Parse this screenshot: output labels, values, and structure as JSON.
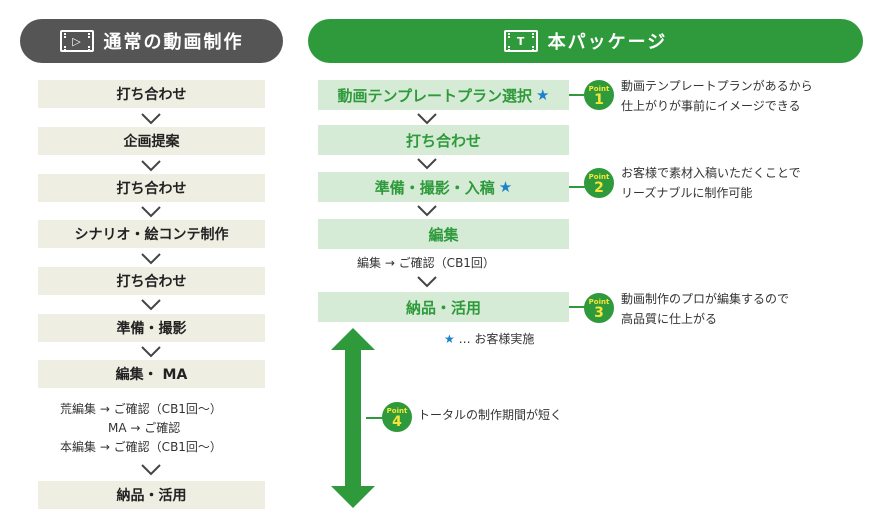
{
  "left": {
    "header": "通常の動画制作",
    "steps": [
      "打ち合わせ",
      "企画提案",
      "打ち合わせ",
      "シナリオ・絵コンテ制作",
      "打ち合わせ",
      "準備・撮影",
      "編集・ MA",
      "納品・活用"
    ],
    "notes": [
      "荒編集 → ご確認（CB1回〜）",
      "MA → ご確認",
      "本編集 → ご確認（CB1回〜）"
    ]
  },
  "right": {
    "header": "本パッケージ",
    "header_icon_letter": "T",
    "steps": [
      "動画テンプレートプラン選択",
      "打ち合わせ",
      "準備・撮影・入稿",
      "編集",
      "納品・活用"
    ],
    "star": "★",
    "note": "編集 → ご確認（CB1回）",
    "legend": "… お客様実施"
  },
  "points": [
    {
      "label": "Point",
      "num": "1",
      "lines": [
        "動画テンプレートプランがあるから",
        "仕上がりが事前にイメージできる"
      ]
    },
    {
      "label": "Point",
      "num": "2",
      "lines": [
        "お客様で素材入稿いただくことで",
        "リーズナブルに制作可能"
      ]
    },
    {
      "label": "Point",
      "num": "3",
      "lines": [
        "動画制作のプロが編集するので",
        "高品質に仕上がる"
      ]
    },
    {
      "label": "Point",
      "num": "4",
      "lines": [
        "トータルの制作期間が短く"
      ]
    }
  ],
  "colors": {
    "green": "#2f9a3c",
    "light_green": "#d5ebd5",
    "dark": "#555555",
    "beige": "#eeeee3",
    "star": "#1d82c8",
    "point_text": "#f5e53a"
  }
}
